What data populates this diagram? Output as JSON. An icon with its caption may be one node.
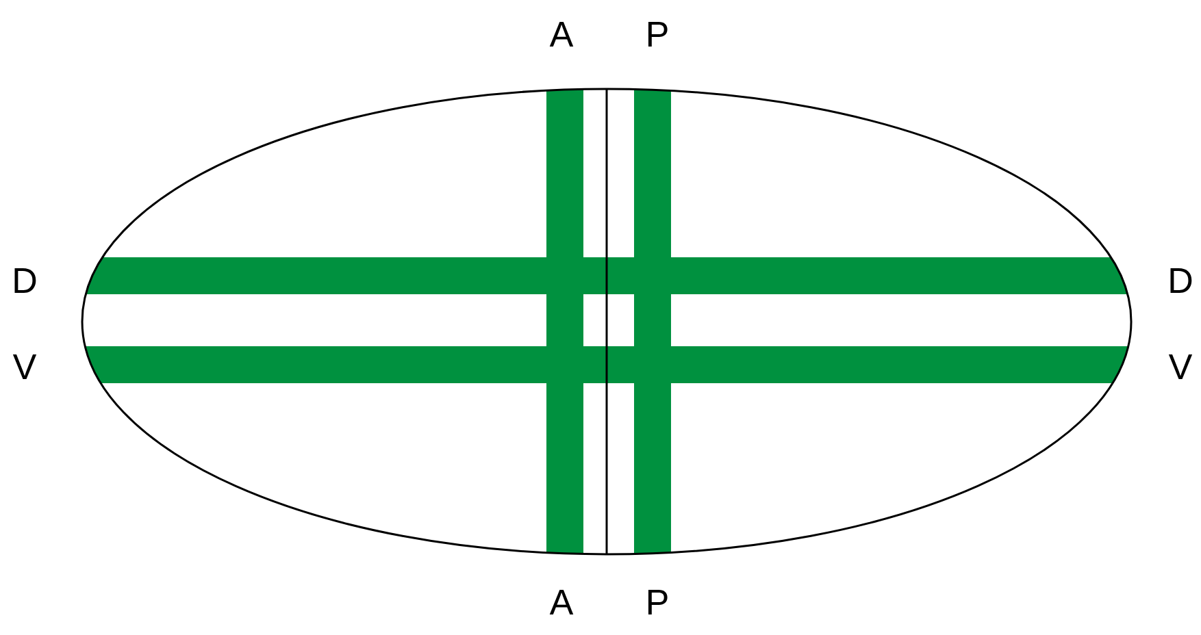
{
  "diagram": {
    "labels": [
      "A",
      "P",
      "D",
      "D",
      "V",
      "V",
      "A",
      "P"
    ]
  }
}
